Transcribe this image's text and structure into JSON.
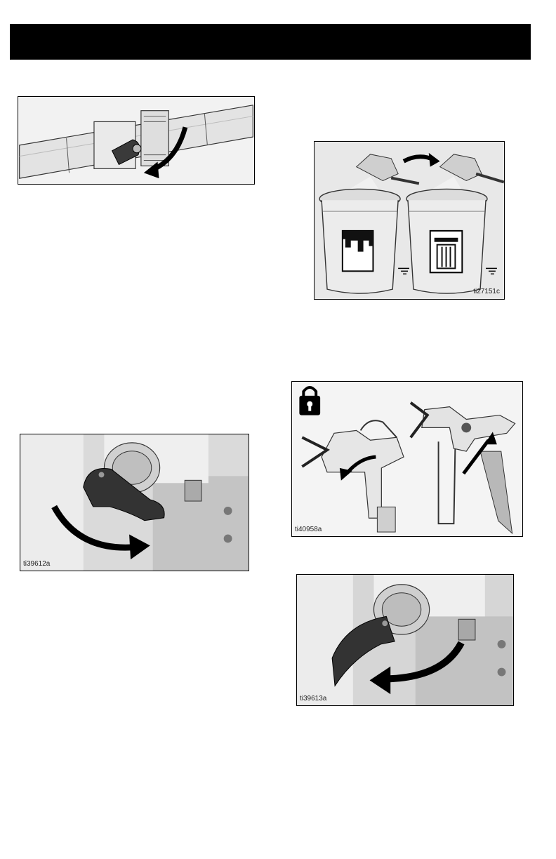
{
  "page": {
    "header_bar": {
      "color": "#000000"
    },
    "figures": [
      {
        "name": "pipe-valve-figure",
        "id_label": ""
      },
      {
        "name": "flush-pails-figure",
        "id_label": "ti27151c"
      },
      {
        "name": "prime-valve-figure",
        "id_label": "ti39612a"
      },
      {
        "name": "trigger-lock-figure",
        "id_label": "ti40958a"
      },
      {
        "name": "drain-valve-figure",
        "id_label": "ti39613a"
      }
    ]
  }
}
